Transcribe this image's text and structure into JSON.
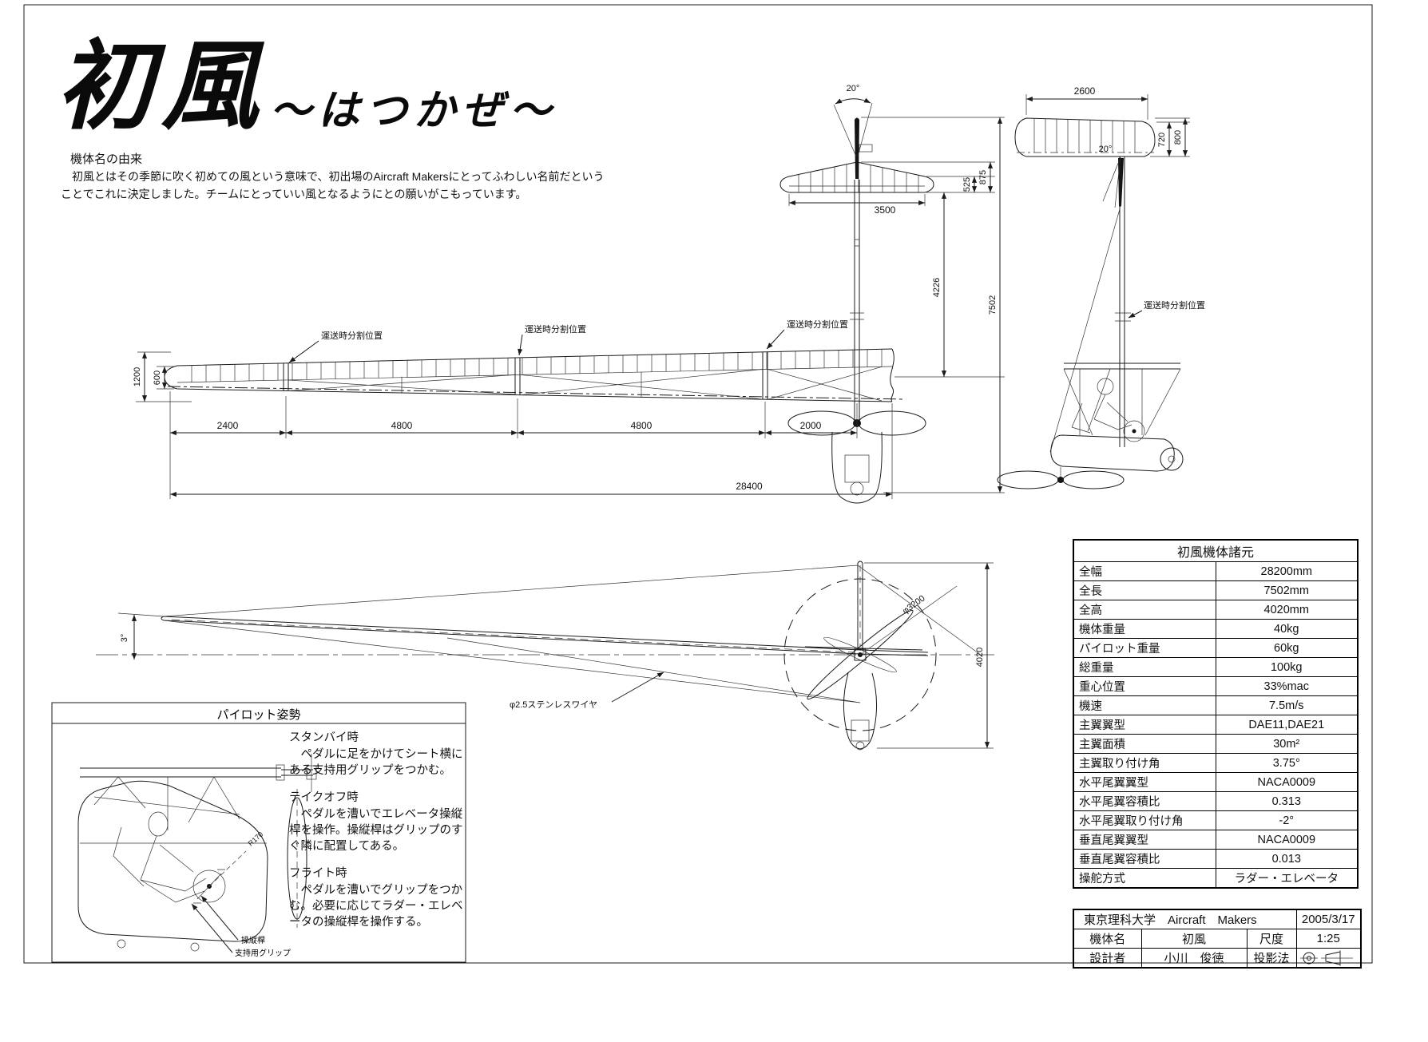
{
  "title": {
    "main": "初風",
    "kana": "～はつかぜ～"
  },
  "origin": {
    "heading": "機体名の由来",
    "line1": "　初風とはその季節に吹く初めての風という意味で、初出場のAircraft Makersにとってふわしい名前だという",
    "line2": "ことでこれに決定しました。チームにとっていい風となるようにとの願いがこもっています。"
  },
  "plan_view": {
    "split_label": "運送時分割位置",
    "tail_angle": "20°",
    "tail_span": "3500",
    "tip_chord": "525",
    "root_chord": "875",
    "tail_arm": "4226",
    "overall_length": "7502",
    "chord_root": "1200",
    "chord_tip": "600",
    "seg1": "2400",
    "seg2": "4800",
    "seg3": "4800",
    "seg4": "2000",
    "span": "28400"
  },
  "side_view": {
    "fin_span": "2600",
    "fin_tip_chord": "720",
    "fin_root_chord": "800",
    "rudder_angle": "20°",
    "split_label": "運送時分割位置"
  },
  "front_view": {
    "incidence": "3°",
    "wire_label": "φ2.5ステンレスワイヤ",
    "prop_diameter": "φ3200",
    "height": "4020"
  },
  "pilot_panel": {
    "title": "パイロット姿勢",
    "sections": [
      {
        "heading": "スタンバイ時",
        "body": "　ペダルに足をかけてシート横にある支持用グリップをつかむ。"
      },
      {
        "heading": "テイクオフ時",
        "body": "　ペダルを漕いでエレベータ操縦桿を操作。操縦桿はグリップのすぐ隣に配置してある。"
      },
      {
        "heading": "フライト時",
        "body": "　ペダルを漕いでグリップをつかむ。必要に応じてラダー・エレベータの操縦桿を操作する。"
      }
    ],
    "callouts": {
      "stick": "操縦桿",
      "grip": "支持用グリップ",
      "radius": "R170"
    }
  },
  "spec_table": {
    "title": "初風機体諸元",
    "rows": [
      {
        "label": "全幅",
        "value": "28200mm"
      },
      {
        "label": "全長",
        "value": "7502mm"
      },
      {
        "label": "全高",
        "value": "4020mm"
      },
      {
        "label": "機体重量",
        "value": "40kg"
      },
      {
        "label": "パイロット重量",
        "value": "60kg"
      },
      {
        "label": "総重量",
        "value": "100kg"
      },
      {
        "label": "重心位置",
        "value": "33%mac"
      },
      {
        "label": "機速",
        "value": "7.5m/s"
      },
      {
        "label": "主翼翼型",
        "value": "DAE11,DAE21"
      },
      {
        "label": "主翼面積",
        "value": "30m²"
      },
      {
        "label": "主翼取り付け角",
        "value": "3.75°"
      },
      {
        "label": "水平尾翼翼型",
        "value": "NACA0009"
      },
      {
        "label": "水平尾翼容積比",
        "value": "0.313"
      },
      {
        "label": "水平尾翼取り付け角",
        "value": "-2°"
      },
      {
        "label": "垂直尾翼翼型",
        "value": "NACA0009"
      },
      {
        "label": "垂直尾翼容積比",
        "value": "0.013"
      },
      {
        "label": "操舵方式",
        "value": "ラダー・エレベータ"
      }
    ]
  },
  "title_block": {
    "org": "東京理科大学　Aircraft　Makers",
    "date": "2005/3/17",
    "name_label": "機体名",
    "name": "初風",
    "scale_label": "尺度",
    "scale": "1:25",
    "designer_label": "設計者",
    "designer": "小川　俊徳",
    "projection_label": "投影法"
  }
}
